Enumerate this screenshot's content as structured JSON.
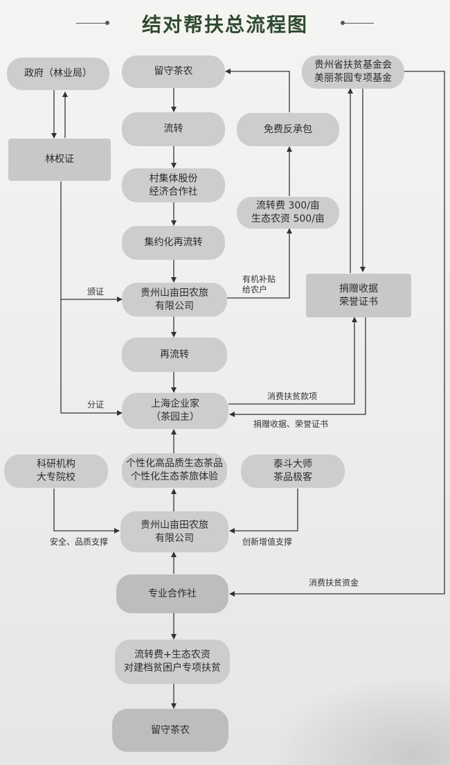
{
  "title": "结对帮扶总流程图",
  "nodes": {
    "gov": "政府（林业局）",
    "forest_cert": "林权证",
    "left_farmers": "留守茶农",
    "transfer": "流转",
    "village_coop": "村集体股份\n经济合作社",
    "intensive_retransfer": "集约化再流转",
    "company_top": "贵州山亩田农旅\n有限公司",
    "retransfer": "再流转",
    "shanghai": "上海企业家\n（茶园主）",
    "free_contract": "免费反承包",
    "fees": "流转费 300/亩\n生态农资 500/亩",
    "foundation": "贵州省扶贫基金会\n美丽茶园专项基金",
    "donation_receipt": "捐赠收据\n荣誉证书",
    "personalized": "个性化高品质生态茶品\n个性化生态茶旅体验",
    "research": "科研机构\n大专院校",
    "master": "泰斗大师\n茶品极客",
    "company_bottom": "贵州山亩田农旅\n有限公司",
    "pro_coop": "专业合作社",
    "fee_poverty": "流转费+生态农资\n对建档贫困户专项扶贫",
    "left_farmers_bottom": "留守茶农"
  },
  "labels": {
    "issue_cert": "颁证",
    "split_cert": "分证",
    "organic_subsidy": "有机补贴\n给农户",
    "consumption_funds": "消费扶贫款项",
    "receipt_back": "捐赠收据、荣誉证书",
    "safety_quality": "安全、品质支撑",
    "innovation": "创新增值支撑",
    "consumption_capital": "消费扶贫资金"
  },
  "colors": {
    "title": "#2f4a2f",
    "node_fill": "#cdcdcb",
    "arrow": "#333333"
  }
}
